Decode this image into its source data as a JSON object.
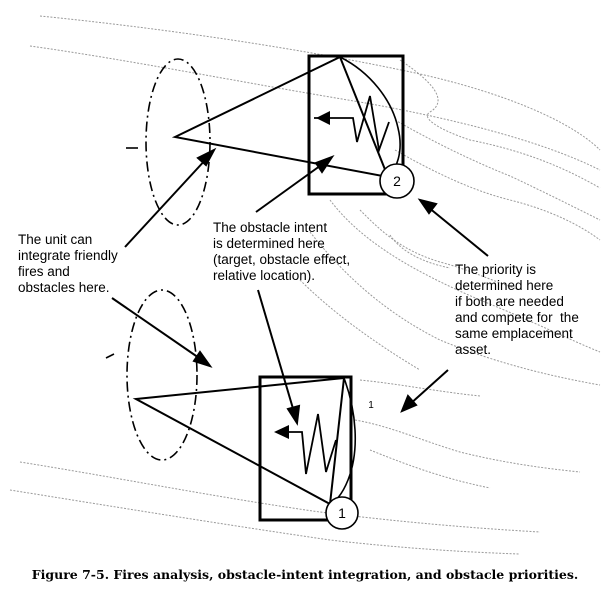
{
  "labels": {
    "unit": "The unit can\nintegrate friendly\nfires and\nobstacles here.",
    "intent": "The obstacle intent\nis determined here\n(target, obstacle effect,\nrelative location).",
    "priority": "The priority is\ndetermined here\nif both are needed\nand compete for  the\nsame emplacement\nasset."
  },
  "markers": {
    "top": "2",
    "bottom": "1",
    "small_tick": "1"
  },
  "caption": "Figure 7-5. Fires analysis, obstacle-intent integration, and obstacle priorities."
}
